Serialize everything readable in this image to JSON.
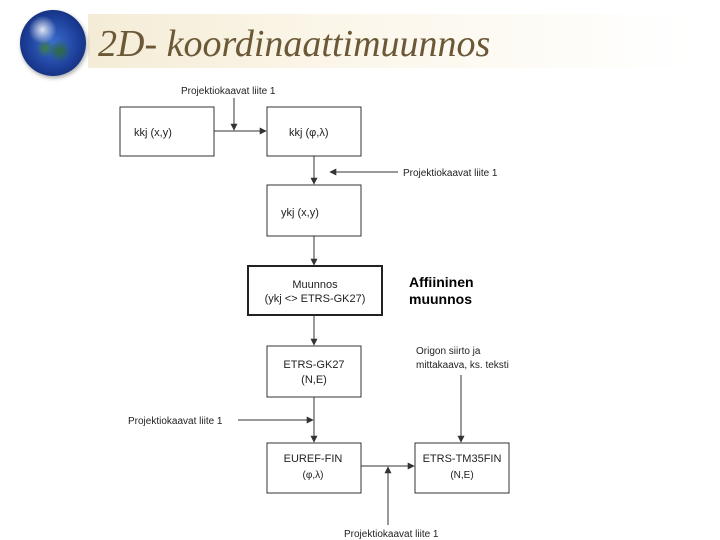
{
  "title": "2D- koordinaattimuunnos",
  "boxes": {
    "kkj_xy": "kkj (x,y)",
    "kkj_geo": "kkj (φ,λ)",
    "ykj": "ykj (x,y)",
    "muunnos_1": "Muunnos",
    "muunnos_2": "(ykj <> ETRS-GK27)",
    "etrs_gk27_1": "ETRS-GK27",
    "etrs_gk27_2": "(N,E)",
    "euref_1": "EUREF-FIN",
    "euref_2": "(φ,λ)",
    "tm35_1": "ETRS-TM35FIN",
    "tm35_2": "(N,E)"
  },
  "notes": {
    "top": "Projektiokaavat liite 1",
    "right": "Projektiokaavat liite 1",
    "left": "Projektiokaavat liite 1",
    "bottom": "Projektiokaavat liite 1",
    "origin_1": "Origon siirto ja",
    "origin_2": "mittakaava, ks. teksti"
  },
  "affine": {
    "line1": "Affiininen",
    "line2": "muunnos"
  }
}
